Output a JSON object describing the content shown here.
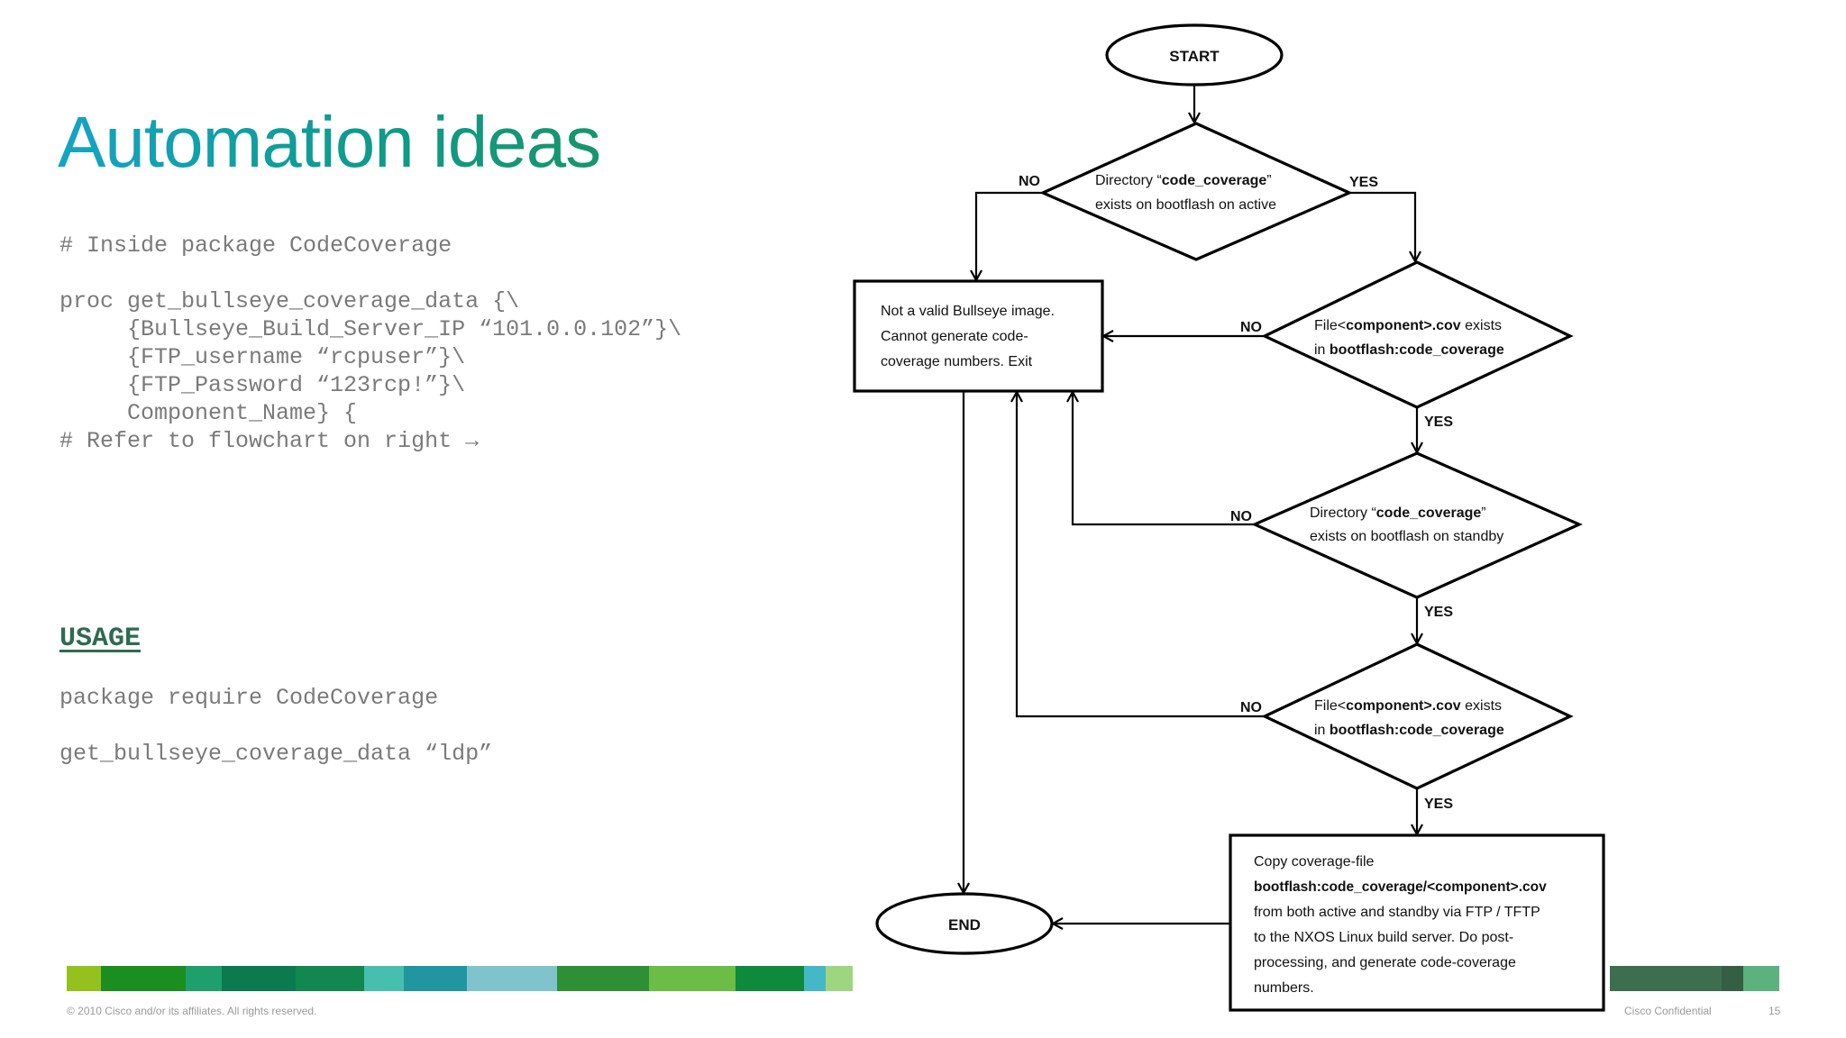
{
  "slide": {
    "title": "Automation ideas",
    "code_lines": [
      "# Inside package CodeCoverage",
      "proc get_bullseye_coverage_data {\\",
      "     {Bullseye_Build_Server_IP “101.0.0.102”}\\",
      "     {FTP_username “rcpuser”}\\",
      "     {FTP_Password “123rcp!”}\\",
      "     Component_Name} {",
      "# Refer to flowchart on right →"
    ],
    "usage_heading": "USAGE",
    "usage_lines": [
      "package require CodeCoverage",
      "get_bullseye_coverage_data “ldp”"
    ],
    "footer_left": "© 2010 Cisco and/or its affiliates. All rights reserved.",
    "footer_right": "Cisco Confidential",
    "page_number": "15",
    "colors": {
      "left_bar": [
        "#95c11f",
        "#1a8f20",
        "#1f9f6b",
        "#0b7a4e",
        "#12874f",
        "#48bfae",
        "#2196a0",
        "#7fc4cc",
        "#2f8f35",
        "#6bbd45",
        "#0d8a3c",
        "#45b8c8",
        "#9ed67f"
      ],
      "right_bar": [
        "#3d6e4f",
        "#345f44",
        "#5cb27e"
      ]
    }
  },
  "flowchart": {
    "start": "START",
    "end": "END",
    "d1": {
      "l1a": "Directory “",
      "l1b": "code_coverage",
      "l1c": "”",
      "l2": "exists on bootflash on active"
    },
    "d2": {
      "l1a": "File<",
      "l1b": "component>.cov",
      "l1c": " exists",
      "l2a": "in ",
      "l2b": "bootflash:code_coverage"
    },
    "d3": {
      "l1a": "Directory “",
      "l1b": "code_coverage",
      "l1c": "”",
      "l2": "exists on bootflash on standby"
    },
    "d4": {
      "l1a": "File<",
      "l1b": "component>.cov",
      "l1c": " exists",
      "l2a": "in ",
      "l2b": "bootflash:code_coverage"
    },
    "error_box": [
      "Not a valid Bullseye image.",
      "Cannot generate code-",
      "coverage numbers. Exit"
    ],
    "copy_box": {
      "line1": "Copy coverage-file",
      "line2": "bootflash:code_coverage/<component>.cov",
      "rest": [
        "from both active and standby via FTP / TFTP",
        "to the NXOS Linux build server. Do post-",
        "processing, and generate code-coverage",
        "numbers."
      ]
    },
    "yes": "YES",
    "no": "NO"
  }
}
